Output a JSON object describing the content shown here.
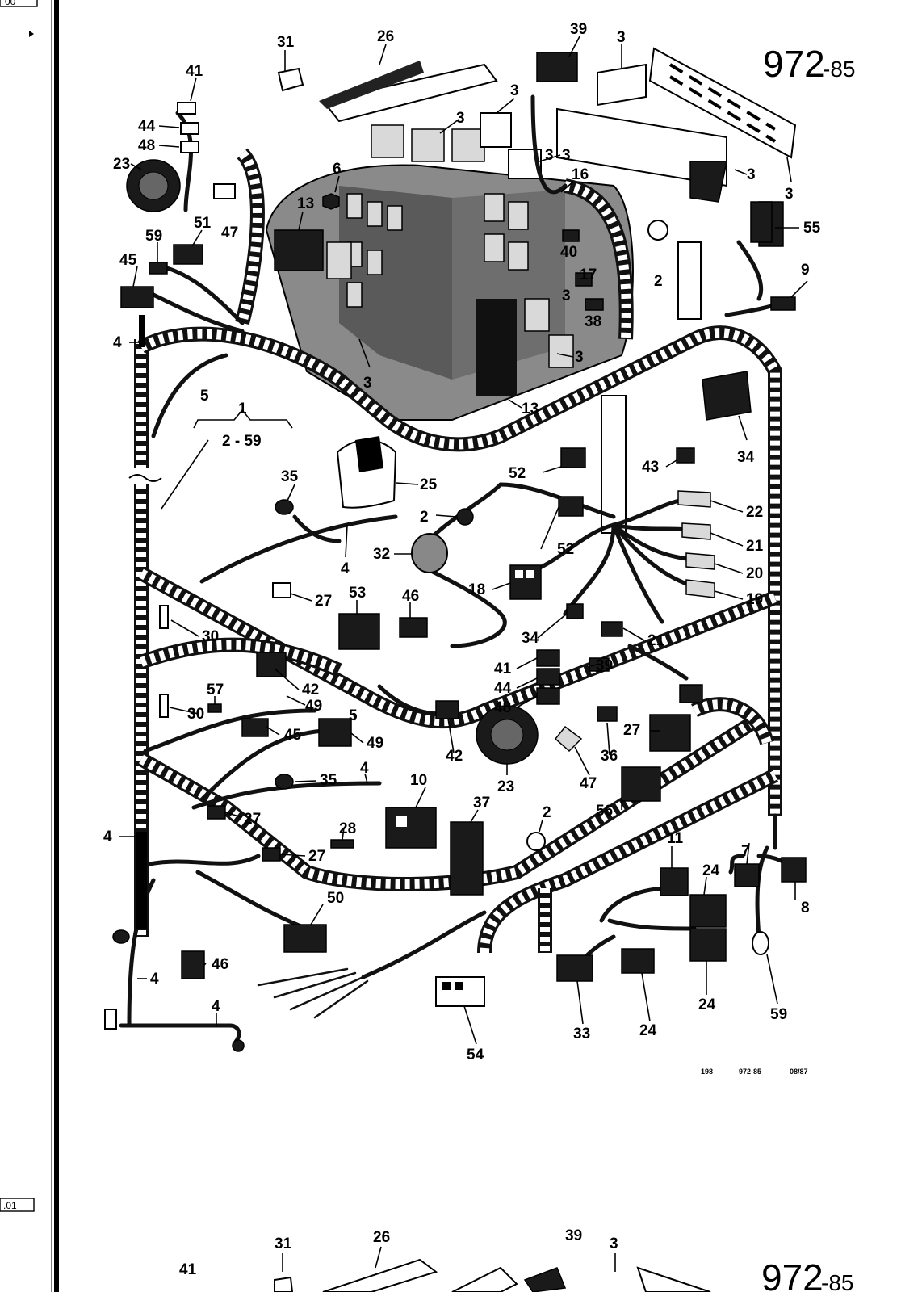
{
  "page": {
    "title_main": "972",
    "title_sub": "-85",
    "footer": {
      "a": "198",
      "b": "972-85",
      "c": "08/87"
    },
    "left_tabs": {
      "top": "00",
      "bottom": ".01"
    },
    "bottom_repeat": {
      "title_main": "972",
      "title_sub": "-85",
      "callouts": [
        "31",
        "26",
        "39",
        "3",
        "41"
      ]
    }
  },
  "group_label": {
    "number": "1",
    "range": "2 - 59"
  },
  "callouts": [
    "31",
    "26",
    "39",
    "3",
    "41",
    "44",
    "48",
    "23",
    "6",
    "3",
    "3",
    "3",
    "16",
    "13",
    "51",
    "47",
    "3",
    "59",
    "45",
    "4",
    "3",
    "40",
    "17",
    "38",
    "5",
    "3",
    "13",
    "3",
    "3",
    "3",
    "2",
    "55",
    "9",
    "34",
    "43",
    "35",
    "25",
    "52",
    "2",
    "22",
    "21",
    "32",
    "52",
    "4",
    "20",
    "18",
    "19",
    "27",
    "53",
    "46",
    "30",
    "34",
    "21",
    "41",
    "44",
    "48",
    "39",
    "42",
    "30",
    "57",
    "49",
    "5",
    "45",
    "49",
    "42",
    "23",
    "47",
    "36",
    "27",
    "4",
    "10",
    "35",
    "56",
    "37",
    "2",
    "28",
    "27",
    "27",
    "4",
    "7",
    "11",
    "24",
    "8",
    "50",
    "46",
    "4",
    "4",
    "24",
    "33",
    "54",
    "24",
    "59"
  ]
}
